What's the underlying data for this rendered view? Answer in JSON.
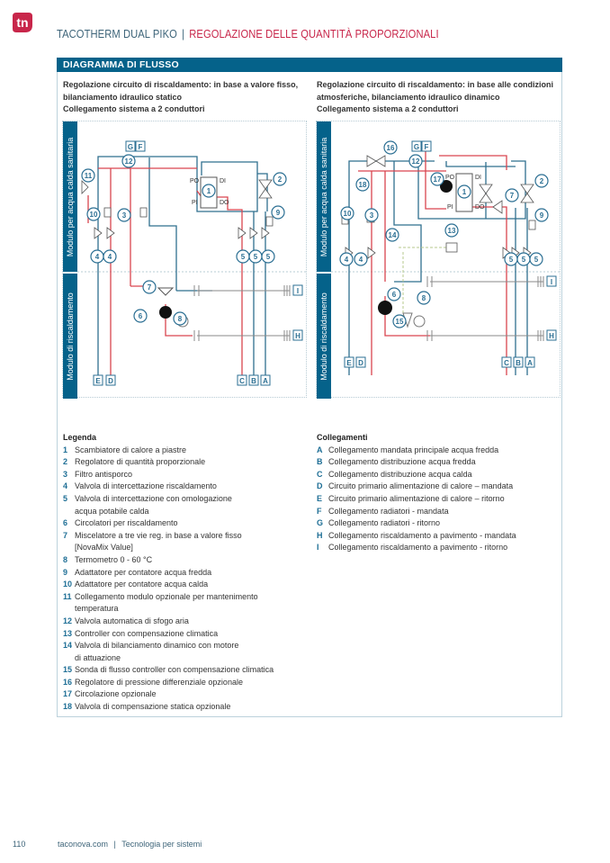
{
  "header": {
    "logo": "tn",
    "product": "TACOTHERM DUAL PIKO",
    "separator": "|",
    "section": "REGOLAZIONE DELLE QUANTITÀ PROPORZIONALI"
  },
  "colors": {
    "brand_red": "#c8264a",
    "bar_blue": "#05628a",
    "hot_red": "#d9454f",
    "cold_blue": "#2f6f8e",
    "light_blue": "#8fbad0"
  },
  "section_bar": "DIAGRAMMA DI FLUSSO",
  "diagrams": [
    {
      "subtitle": "Regolazione circuito di riscaldamento: in base a valore fisso, bilanciamento idraulico statico\nCollegamento sistema a 2 conduttori",
      "side_top": "Modulo per acqua calda sanitaria",
      "side_bottom": "Modulo di riscaldamento",
      "port_labels": [
        "PO",
        "DI",
        "PI",
        "DO"
      ],
      "top_connectors": [
        "G",
        "F"
      ],
      "right_connectors": [
        "I",
        "H"
      ],
      "bottom_left_connectors": [
        "E",
        "D"
      ],
      "bottom_right_connectors": [
        "C",
        "B",
        "A"
      ],
      "components": [
        "11",
        "12",
        "2",
        "10",
        "3",
        "9",
        "1",
        "4",
        "4",
        "5",
        "5",
        "5",
        "7",
        "6",
        "8"
      ]
    },
    {
      "subtitle": "Regolazione circuito di riscaldamento: in base alle condizioni atmosferiche, bilanciamento idraulico dinamico\nCollegamento sistema a 2 conduttori",
      "side_top": "Modulo per acqua calda sanitaria",
      "side_bottom": "Modulo di riscaldamento",
      "port_labels": [
        "PO",
        "DI",
        "PI",
        "DO"
      ],
      "top_connectors": [
        "G",
        "F"
      ],
      "right_connectors": [
        "I",
        "H"
      ],
      "bottom_left_connectors": [
        "E",
        "D"
      ],
      "bottom_right_connectors": [
        "C",
        "B",
        "A"
      ],
      "components": [
        "16",
        "12",
        "18",
        "17",
        "1",
        "2",
        "7",
        "10",
        "3",
        "9",
        "14",
        "13",
        "4",
        "4",
        "5",
        "5",
        "5",
        "6",
        "8",
        "15"
      ]
    }
  ],
  "legend": {
    "title": "Legenda",
    "items": [
      {
        "k": "1",
        "v": "Scambiatore di calore a piastre"
      },
      {
        "k": "2",
        "v": "Regolatore di quantità proporzionale"
      },
      {
        "k": "3",
        "v": "Filtro antisporco"
      },
      {
        "k": "4",
        "v": "Valvola di intercettazione riscaldamento"
      },
      {
        "k": "5",
        "v": "Valvola di intercettazione con omologazione\nacqua potabile calda"
      },
      {
        "k": "6",
        "v": "Circolatori per riscaldamento"
      },
      {
        "k": "7",
        "v": "Miscelatore a tre vie reg. in base a valore fisso\n[NovaMix Value]"
      },
      {
        "k": "8",
        "v": "Termometro 0 - 60 °C"
      },
      {
        "k": "9",
        "v": "Adattatore per contatore acqua fredda"
      },
      {
        "k": "10",
        "v": "Adattatore per contatore acqua calda"
      },
      {
        "k": "11",
        "v": "Collegamento modulo opzionale per mantenimento\ntemperatura"
      },
      {
        "k": "12",
        "v": "Valvola automatica di sfogo aria"
      },
      {
        "k": "13",
        "v": "Controller con compensazione climatica"
      },
      {
        "k": "14",
        "v": "Valvola di bilanciamento dinamico con motore\ndi attuazione"
      },
      {
        "k": "15",
        "v": "Sonda di flusso controller con compensazione climatica"
      },
      {
        "k": "16",
        "v": "Regolatore di pressione differenziale opzionale"
      },
      {
        "k": "17",
        "v": "Circolazione opzionale"
      },
      {
        "k": "18",
        "v": "Valvola di compensazione statica opzionale"
      }
    ]
  },
  "connections": {
    "title": "Collegamenti",
    "items": [
      {
        "k": "A",
        "v": "Collegamento mandata principale acqua fredda"
      },
      {
        "k": "B",
        "v": "Collegamento distribuzione acqua fredda"
      },
      {
        "k": "C",
        "v": "Collegamento distribuzione acqua calda"
      },
      {
        "k": "D",
        "v": "Circuito primario alimentazione di calore – mandata"
      },
      {
        "k": "E",
        "v": "Circuito primario alimentazione di calore – ritorno"
      },
      {
        "k": "F",
        "v": "Collegamento radiatori - mandata"
      },
      {
        "k": "G",
        "v": "Collegamento radiatori - ritorno"
      },
      {
        "k": "H",
        "v": "Collegamento riscaldamento a pavimento - mandata"
      },
      {
        "k": "I",
        "v": "Collegamento riscaldamento a pavimento - ritorno"
      }
    ]
  },
  "footer": {
    "page_number": "110",
    "site": "taconova.com",
    "separator": "|",
    "tagline": "Tecnologia per sistemi"
  }
}
